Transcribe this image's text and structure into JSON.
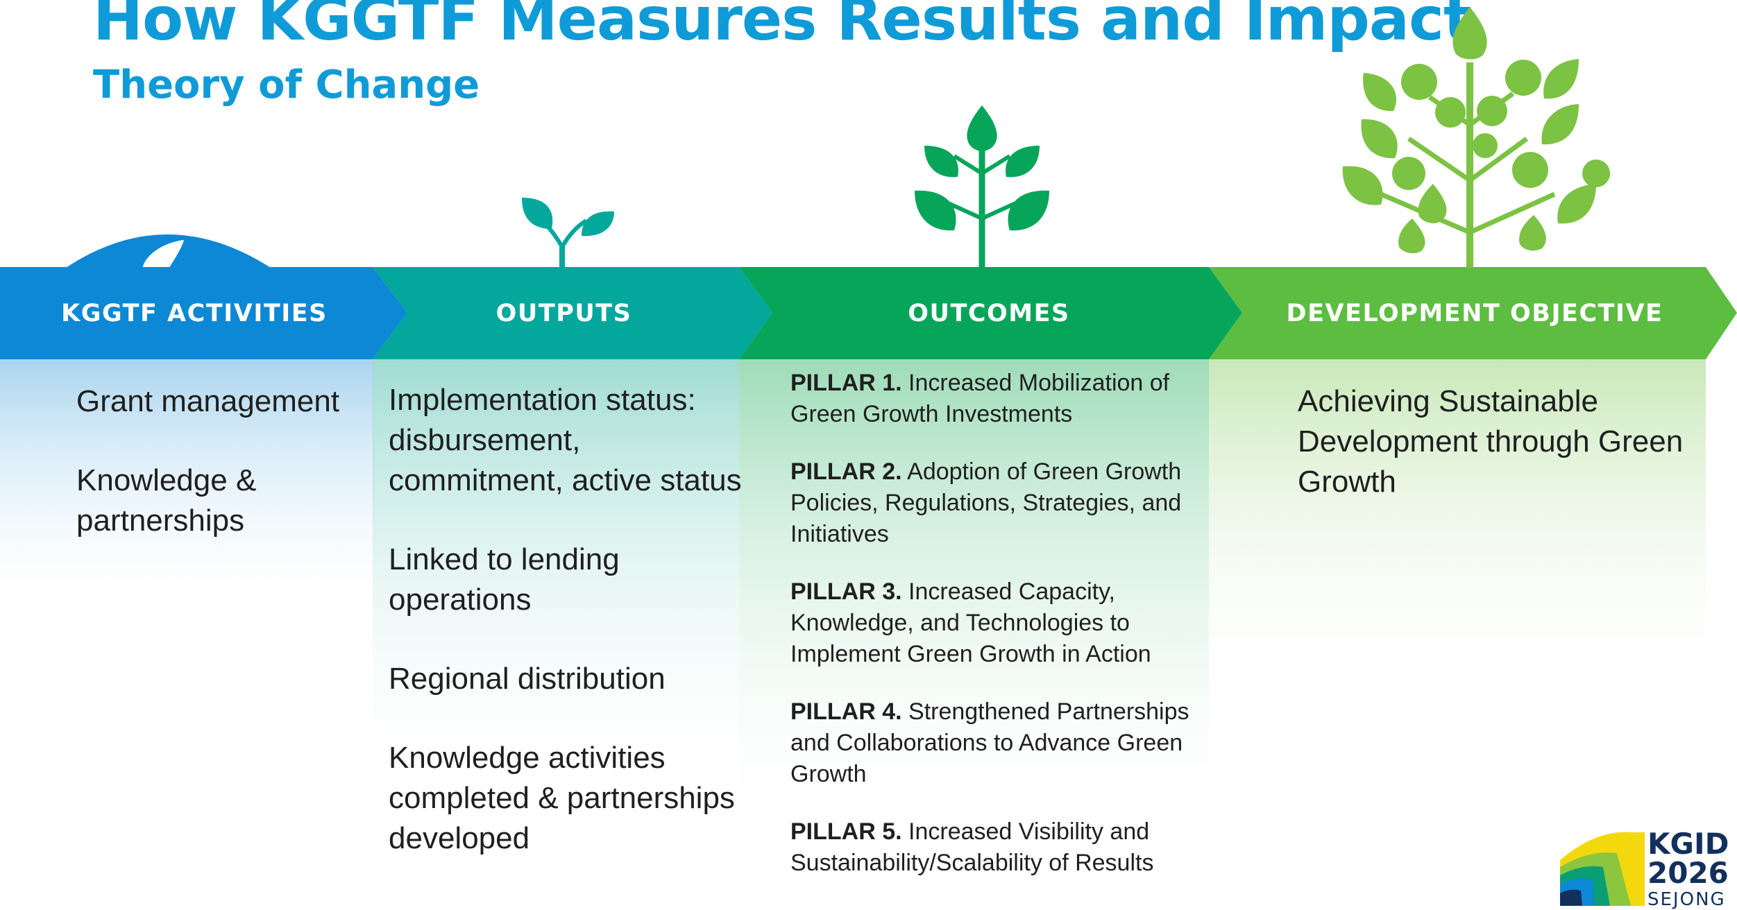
{
  "header": {
    "title": "How KGGTF Measures Results and Impact",
    "subtitle": "Theory of Change"
  },
  "colors": {
    "title": "#0f9bd7",
    "activities": "#0c88d5",
    "outputs": "#03a79c",
    "outcomes": "#06a55a",
    "objective": "#5cbd41",
    "logo_navy": "#12305e"
  },
  "icons": [
    "water-drop-icon",
    "seedling-icon",
    "plant-icon",
    "tree-icon"
  ],
  "columns": [
    {
      "label": "KGGTF ACTIVITIES",
      "items": [
        "Grant management",
        "Knowledge & partnerships"
      ]
    },
    {
      "label": "OUTPUTS",
      "items": [
        "Implementation status: disbursement, commitment, active status",
        "Linked to lending operations",
        "Regional distribution",
        "Knowledge activities completed & partnerships developed"
      ]
    },
    {
      "label": "OUTCOMES",
      "items": [
        {
          "pillar": "PILLAR 1.",
          "text": "Increased Mobilization of Green Growth Investments"
        },
        {
          "pillar": "PILLAR 2.",
          "text": "Adoption of Green Growth Policies, Regulations, Strategies, and Initiatives"
        },
        {
          "pillar": "PILLAR 3.",
          "text": "Increased Capacity, Knowledge, and Technologies to Implement Green Growth in Action"
        },
        {
          "pillar": "PILLAR 4.",
          "text": "Strengthened Partnerships and Collaborations to Advance Green Growth"
        },
        {
          "pillar": "PILLAR 5.",
          "text": "Increased Visibility and Sustainability/Scalability of Results"
        }
      ]
    },
    {
      "label": "DEVELOPMENT OBJECTIVE",
      "items": [
        "Achieving Sustainable Development through Green Growth"
      ]
    }
  ],
  "logo": {
    "line1": "KGID",
    "line2": "2026",
    "line3": "SEJONG"
  }
}
